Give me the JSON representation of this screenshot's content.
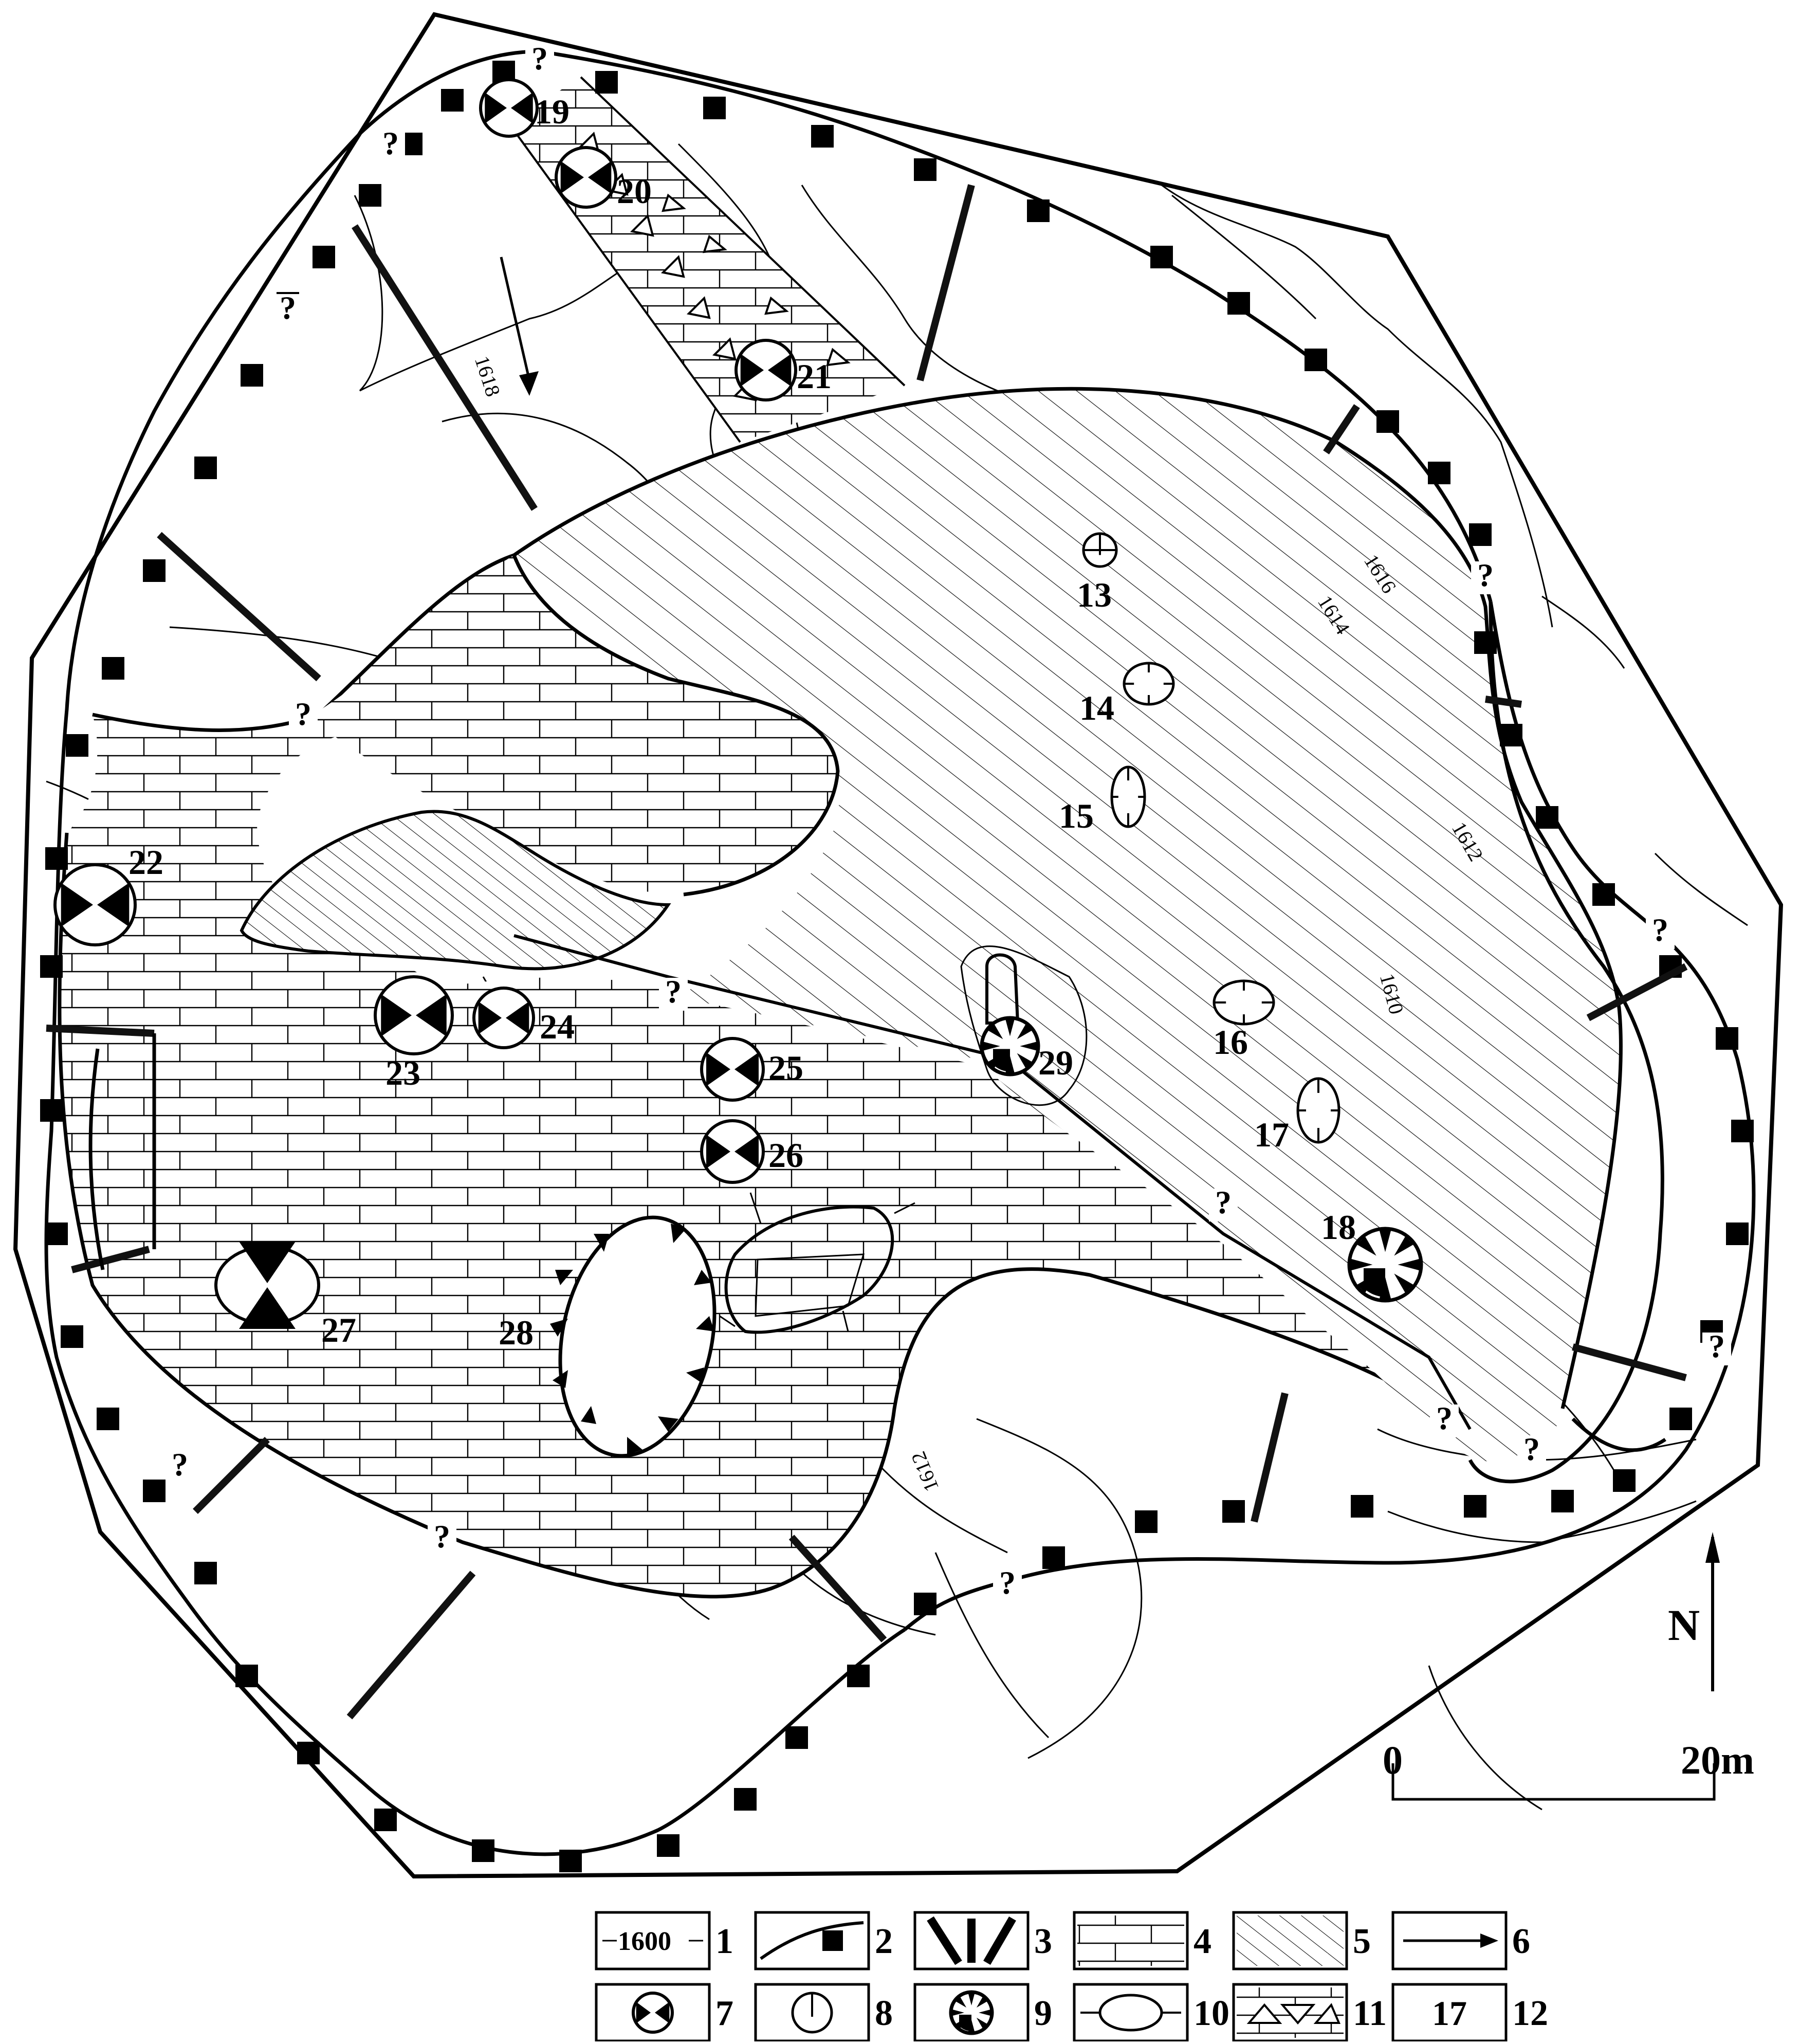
{
  "site_marks": {
    "north_letter": "N",
    "scale_start": "0",
    "scale_end": "20m"
  },
  "contours": {
    "c1618": "1618",
    "c1616": "1616",
    "c1614": "1614",
    "c1612_east": "1612",
    "c1610": "1610",
    "c1612_south": "1612"
  },
  "uncertain_mark": "?",
  "features": [
    {
      "id": "13",
      "symbol": "8"
    },
    {
      "id": "14",
      "symbol": "10"
    },
    {
      "id": "15",
      "symbol": "10"
    },
    {
      "id": "16",
      "symbol": "10"
    },
    {
      "id": "17",
      "symbol": "10"
    },
    {
      "id": "18",
      "symbol": "9"
    },
    {
      "id": "19",
      "symbol": "7"
    },
    {
      "id": "20",
      "symbol": "7"
    },
    {
      "id": "21",
      "symbol": "7"
    },
    {
      "id": "22",
      "symbol": "7"
    },
    {
      "id": "23",
      "symbol": "7"
    },
    {
      "id": "24",
      "symbol": "7"
    },
    {
      "id": "25",
      "symbol": "7"
    },
    {
      "id": "26",
      "symbol": "7"
    },
    {
      "id": "27",
      "symbol": "7"
    },
    {
      "id": "28",
      "symbol": "7"
    },
    {
      "id": "29",
      "symbol": "9"
    }
  ],
  "legend": [
    {
      "num": "1",
      "inner_text": "1600",
      "symbol": "contour-line"
    },
    {
      "num": "2",
      "inner_text": "",
      "symbol": "boundary-with-block"
    },
    {
      "num": "3",
      "inner_text": "",
      "symbol": "thick-bars"
    },
    {
      "num": "4",
      "inner_text": "",
      "symbol": "brick-hatch"
    },
    {
      "num": "5",
      "inner_text": "",
      "symbol": "diagonal-hatch"
    },
    {
      "num": "6",
      "inner_text": "",
      "symbol": "arrow"
    },
    {
      "num": "7",
      "inner_text": "",
      "symbol": "circle-two-triangles"
    },
    {
      "num": "8",
      "inner_text": "",
      "symbol": "circle-vertical-line"
    },
    {
      "num": "9",
      "inner_text": "",
      "symbol": "circle-radial-triangles"
    },
    {
      "num": "10",
      "inner_text": "",
      "symbol": "ellipse-with-ticks"
    },
    {
      "num": "11",
      "inner_text": "",
      "symbol": "triangles-zone"
    },
    {
      "num": "12",
      "inner_text": "17",
      "symbol": "feature-number"
    }
  ]
}
